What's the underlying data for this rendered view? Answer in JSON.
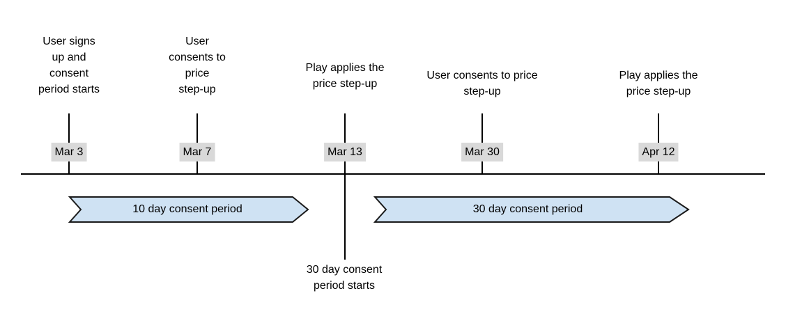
{
  "colors": {
    "background": "#ffffff",
    "line": "#000000",
    "text": "#000000",
    "date_bg": "#d9d9d9",
    "arrow_fill": "#cfe2f3",
    "arrow_stroke": "#1a1a1a"
  },
  "timeline": {
    "events": [
      {
        "date": "Mar 3",
        "label": "User signs\nup and\nconsent\nperiod starts"
      },
      {
        "date": "Mar 7",
        "label": "User\nconsents to\nprice\nstep-up"
      },
      {
        "date": "Mar 13",
        "label": "Play applies the\nprice step-up",
        "below_label": "30 day consent\nperiod starts"
      },
      {
        "date": "Mar 30",
        "label": "User consents to price\nstep-up"
      },
      {
        "date": "Apr 12",
        "label": "Play applies the\nprice step-up"
      }
    ],
    "periods": [
      {
        "label": "10 day consent period"
      },
      {
        "label": "30 day consent period"
      }
    ]
  }
}
